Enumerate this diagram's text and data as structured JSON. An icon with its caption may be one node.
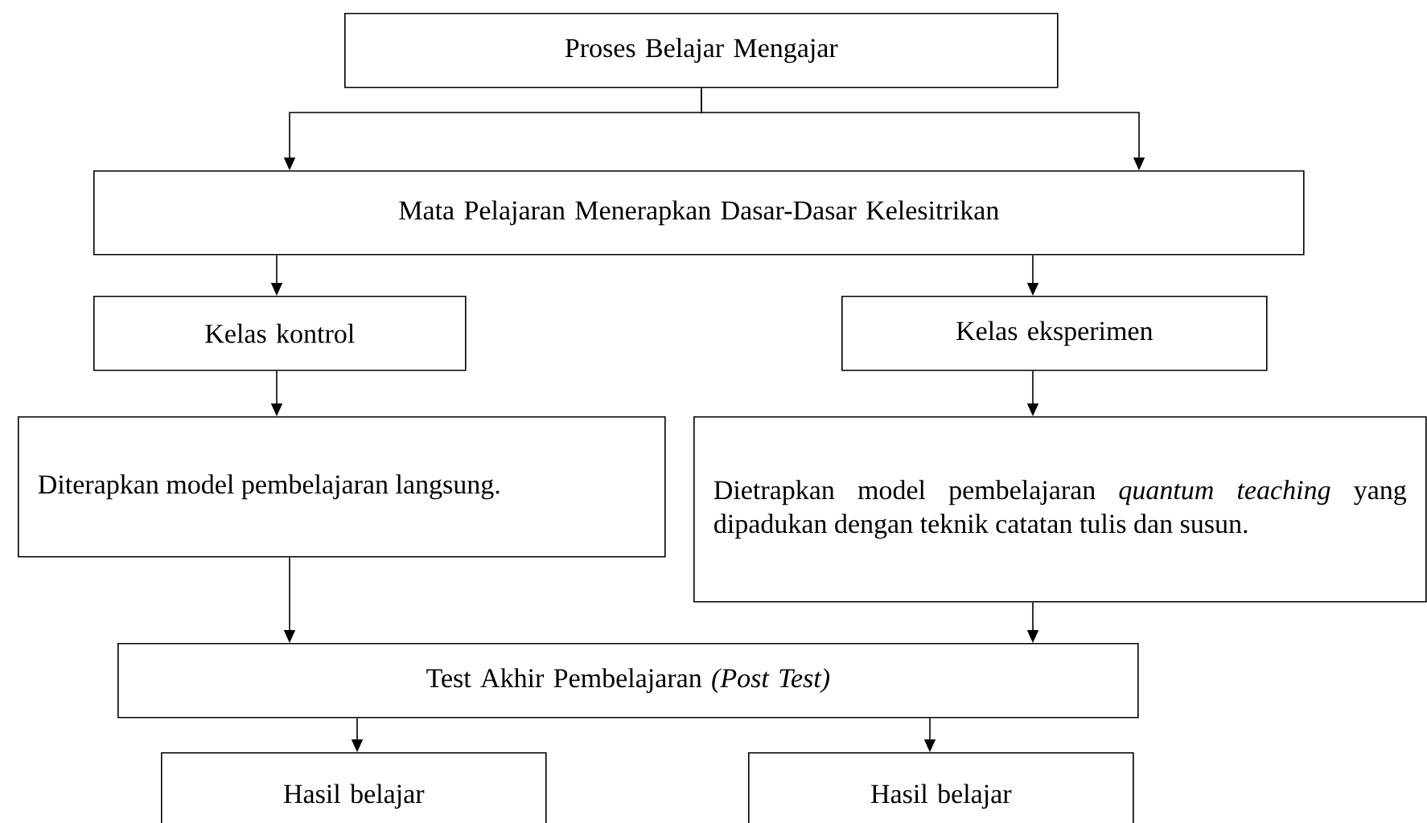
{
  "diagram": {
    "nodes": [
      {
        "text": [
          "Proses Belajar Mengajar"
        ]
      },
      {
        "text": [
          "Mata Pelajaran Menerapkan Dasar-Dasar Kelesitrikan"
        ]
      },
      {
        "text": [
          "Kelas kontrol"
        ]
      },
      {
        "text": [
          "Kelas eksperimen"
        ]
      },
      {
        "text": [
          "Diterapkan model pembelajaran langsung."
        ]
      },
      {
        "text": [
          "Dietrapkan model pembelajaran *quantum teaching* yang dipadukan dengan teknik catatan tulis dan susun."
        ]
      },
      {
        "text": [
          "Test Akhir Pembelajaran *(Post Test)*"
        ]
      },
      {
        "text": [
          "Hasil belajar"
        ]
      },
      {
        "text": [
          "Hasil belajar"
        ]
      }
    ],
    "edges": [
      {
        "from": 0,
        "to": 1,
        "arrow": "to"
      },
      {
        "from": 0,
        "to": 1,
        "arrow": "to"
      },
      {
        "from": 1,
        "to": 2,
        "arrow": "to"
      },
      {
        "from": 1,
        "to": 3,
        "arrow": "to"
      },
      {
        "from": 2,
        "to": 4,
        "arrow": "to"
      },
      {
        "from": 3,
        "to": 5,
        "arrow": "to"
      },
      {
        "from": 4,
        "to": 6,
        "arrow": "to"
      },
      {
        "from": 5,
        "to": 6,
        "arrow": "to"
      },
      {
        "from": 6,
        "to": 7,
        "arrow": "to"
      },
      {
        "from": 6,
        "to": 8,
        "arrow": "to"
      }
    ]
  }
}
